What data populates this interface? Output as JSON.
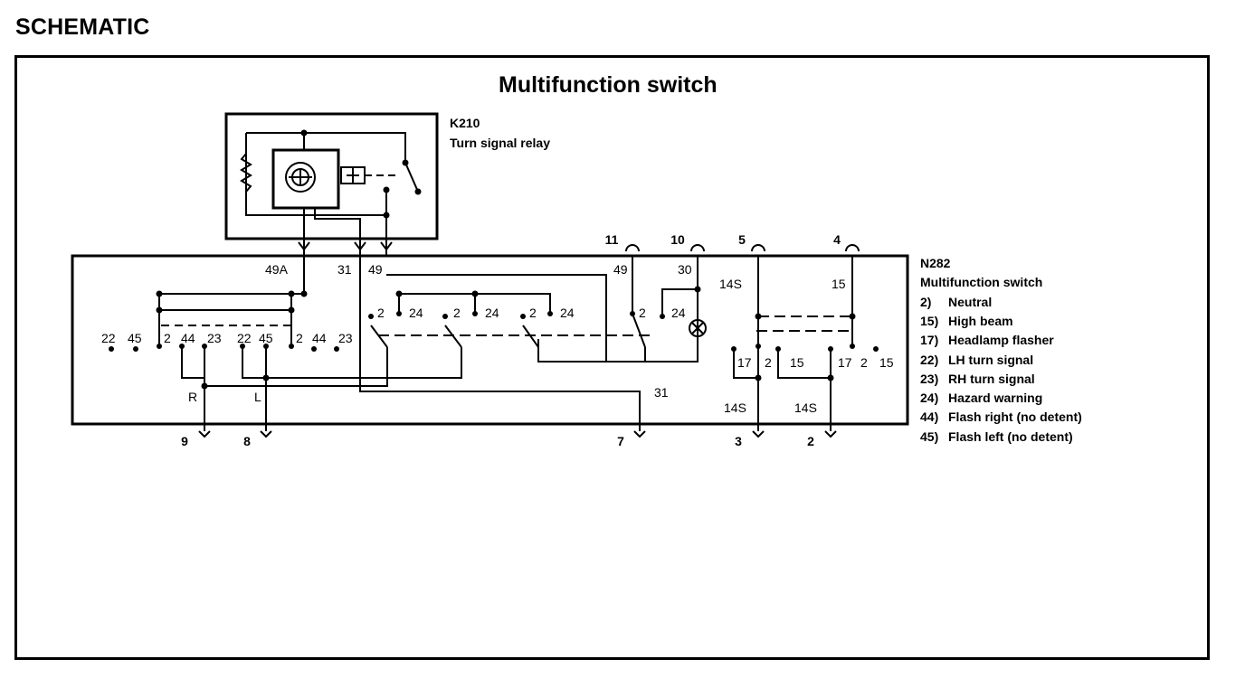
{
  "page_title": "SCHEMATIC",
  "diagram": {
    "title": "Multifunction switch",
    "relay": {
      "id": "K210",
      "name": "Turn signal relay"
    },
    "switch": {
      "id": "N282",
      "name": "Multifunction switch"
    },
    "legend": [
      {
        "code": "2)",
        "text": "Neutral"
      },
      {
        "code": "15)",
        "text": "High beam"
      },
      {
        "code": "17)",
        "text": "Headlamp flasher"
      },
      {
        "code": "22)",
        "text": "LH turn signal"
      },
      {
        "code": "23)",
        "text": "RH turn signal"
      },
      {
        "code": "24)",
        "text": "Hazard warning"
      },
      {
        "code": "44)",
        "text": "Flash right (no detent)"
      },
      {
        "code": "45)",
        "text": "Flash left (no detent)"
      }
    ],
    "connectors_top": [
      "11",
      "10",
      "5",
      "4"
    ],
    "connectors_bottom": [
      "9",
      "8",
      "7",
      "3",
      "2"
    ],
    "wire_labels": {
      "w49a": "49A",
      "w31_top": "31",
      "w49": "49",
      "w49_right": "49",
      "w30": "30",
      "w14s_a": "14S",
      "w15": "15",
      "w31_bottom": "31",
      "w14s_b": "14S",
      "w14s_c": "14S",
      "r": "R",
      "l": "L"
    },
    "turn_positions": [
      "22",
      "45",
      "2",
      "44",
      "23",
      "22",
      "45",
      "2",
      "44",
      "23"
    ],
    "hazard_positions": [
      "2",
      "24",
      "2",
      "24",
      "2",
      "24",
      "2",
      "24"
    ],
    "beam_positions": [
      "17",
      "2",
      "15",
      "17",
      "2",
      "15"
    ]
  }
}
